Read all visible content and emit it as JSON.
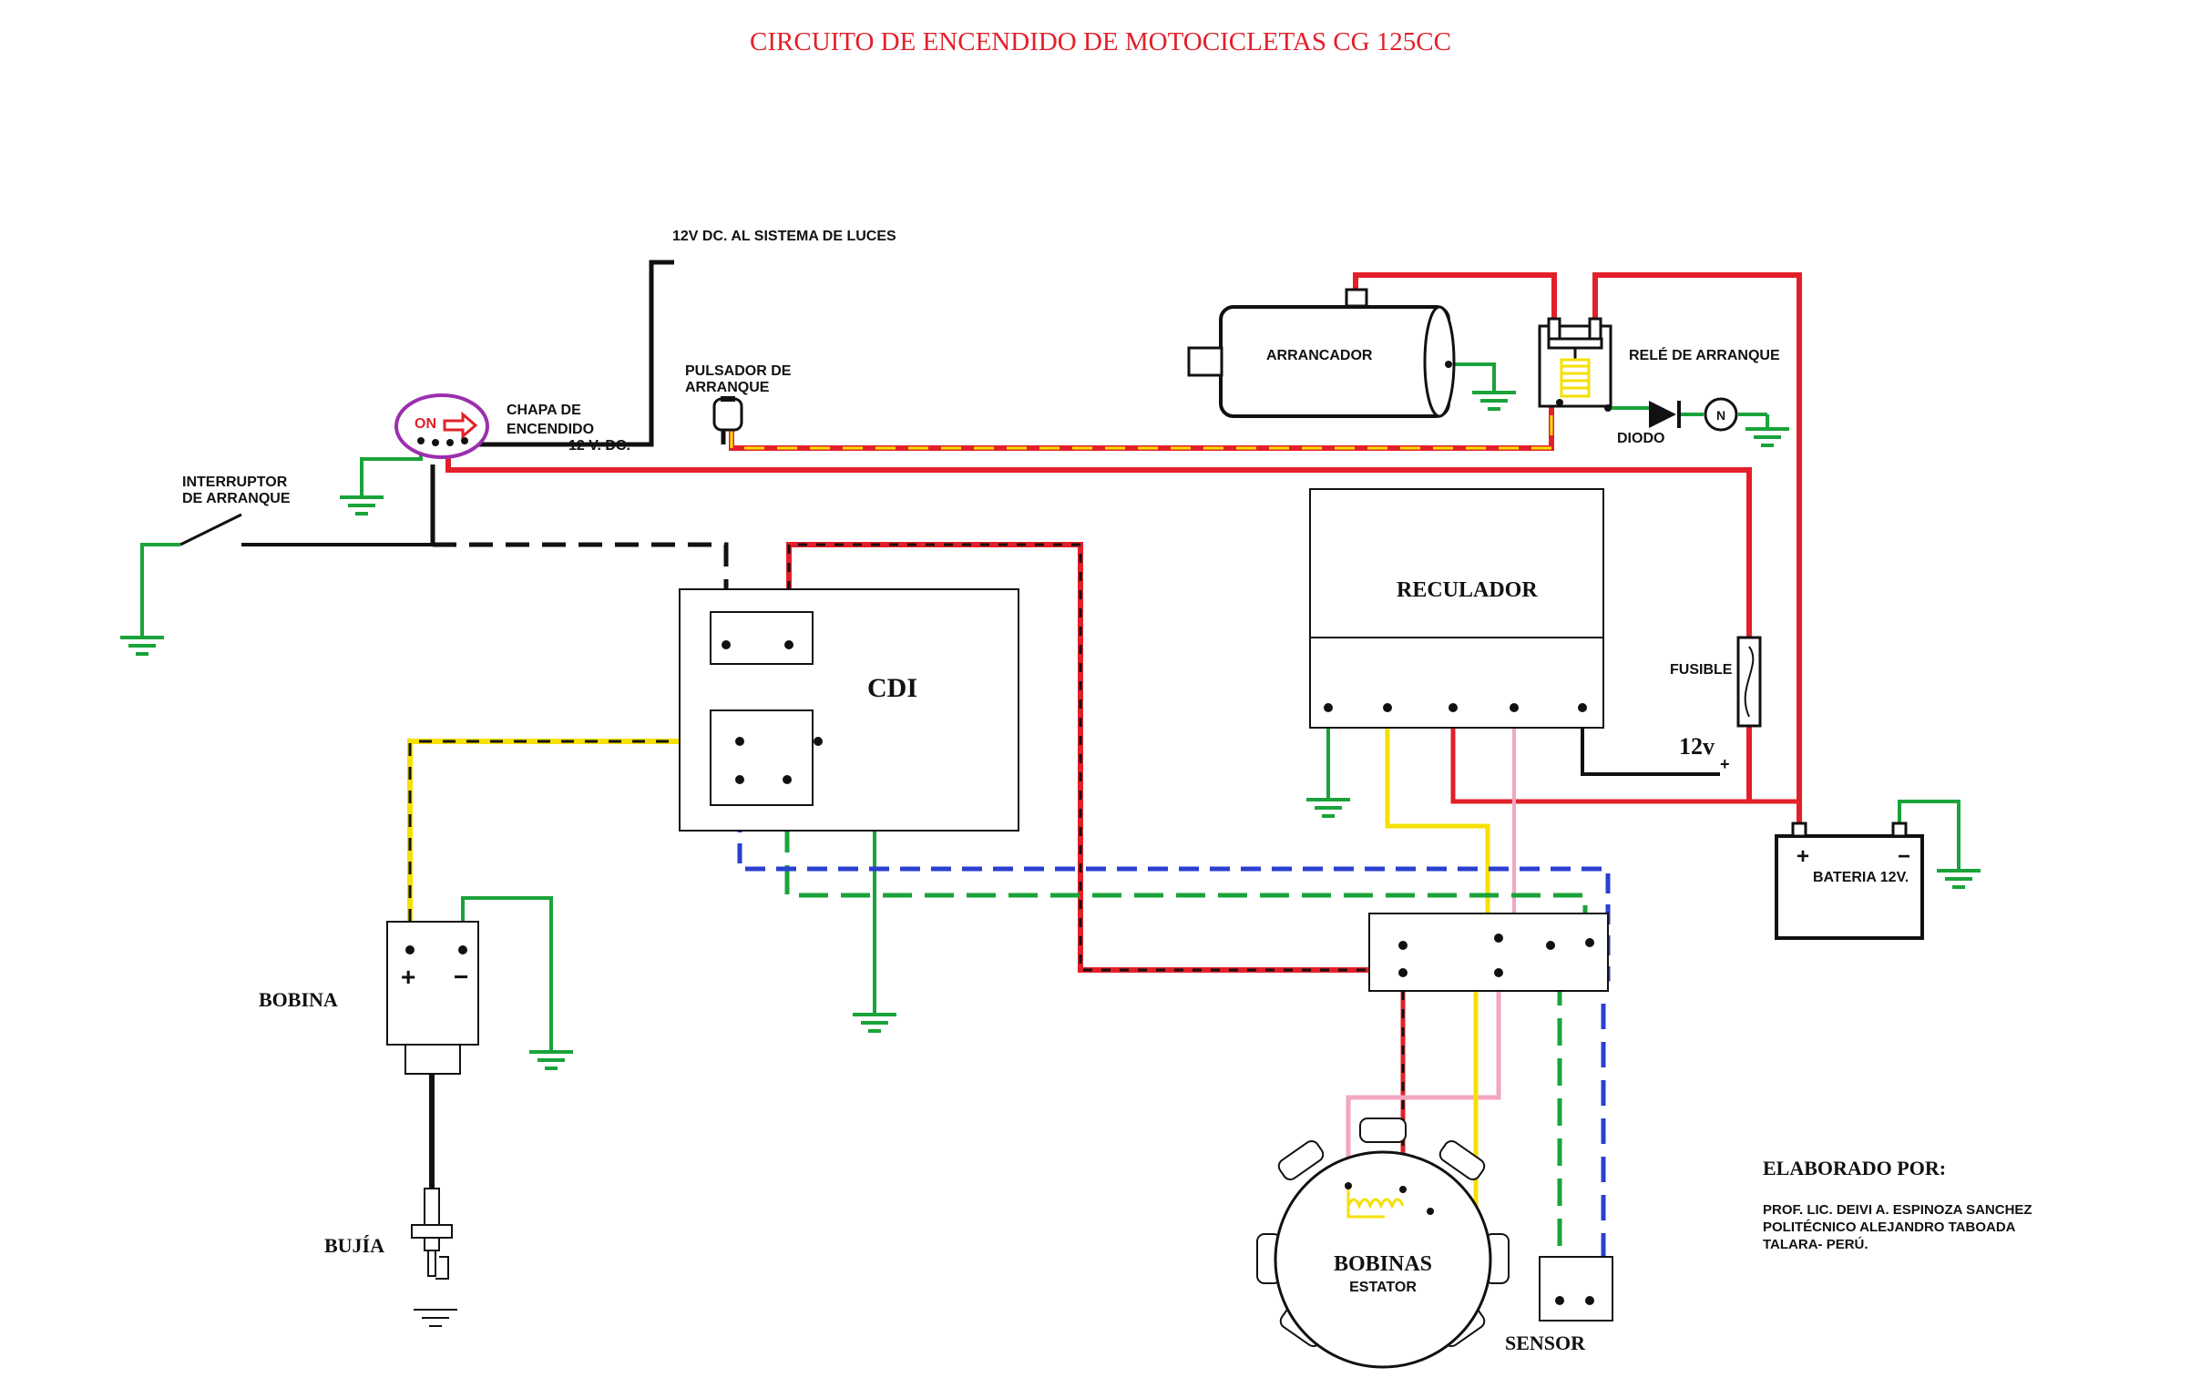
{
  "title": "CIRCUITO DE ENCENDIDO DE MOTOCICLETAS CG 125CC",
  "labels": {
    "luces": "12V DC. AL SISTEMA DE LUCES",
    "pulsador_1": "PULSADOR DE",
    "pulsador_2": "ARRANQUE",
    "chapa_1": "CHAPA DE",
    "chapa_2": "ENCENDIDO",
    "chapa_3": "12 V. DC.",
    "chapa_on": "ON",
    "interruptor_1": "INTERRUPTOR",
    "interruptor_2": "DE ARRANQUE",
    "arrancador": "ARRANCADOR",
    "rele": "RELÉ DE ARRANQUE",
    "diodo": "DIODO",
    "neutro": "N",
    "cdi": "CDI",
    "regulador": "RECULADOR",
    "fusible": "FUSIBLE",
    "reg_12v": "12v",
    "reg_plus": "+",
    "bateria": "BATERIA 12V.",
    "bat_plus": "+",
    "bat_minus": "−",
    "bobina": "BOBINA",
    "bob_plus": "+",
    "bob_minus": "−",
    "bujia": "BUJÍA",
    "bobinas_1": "BOBINAS",
    "bobinas_2": "ESTATOR",
    "sensor": "SENSOR",
    "elaborado": "ELABORADO POR:",
    "autor_1": "PROF. LIC. DEIVI A. ESPINOZA SANCHEZ",
    "autor_2": "POLITÉCNICO ALEJANDRO TABOADA",
    "autor_3": "TALARA- PERÚ."
  },
  "colors": {
    "title": "#e2202a",
    "red_wire": "#e2202a",
    "green_wire": "#1aa33a",
    "yellow_wire": "#f5e000",
    "blue_wire": "#2a3fd1",
    "pink_wire": "#f2a6c0",
    "black_wire": "#111111",
    "ignition_ring": "#9b2fae"
  }
}
